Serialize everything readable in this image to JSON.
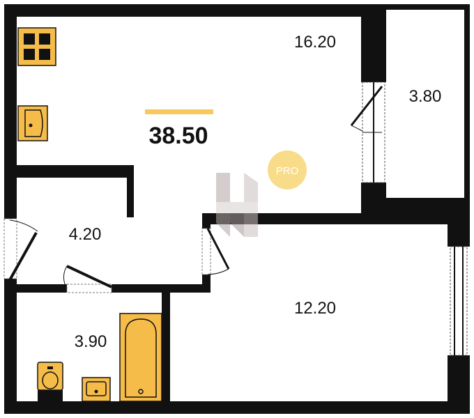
{
  "plan": {
    "total_area": "38.50",
    "watermark_badge": "PRO",
    "rooms": [
      {
        "id": "main-room",
        "area": "16.20"
      },
      {
        "id": "balcony",
        "area": "3.80"
      },
      {
        "id": "hallway",
        "area": "4.20"
      },
      {
        "id": "bathroom",
        "area": "3.90"
      },
      {
        "id": "bedroom",
        "area": "12.20"
      }
    ]
  },
  "colors": {
    "wall": "#111111",
    "fixture_fill": "#f5bc4a",
    "accent_bar": "#f7c95c",
    "pro_badge": "#f8dc8a",
    "watermark": "#c9bfbf"
  }
}
